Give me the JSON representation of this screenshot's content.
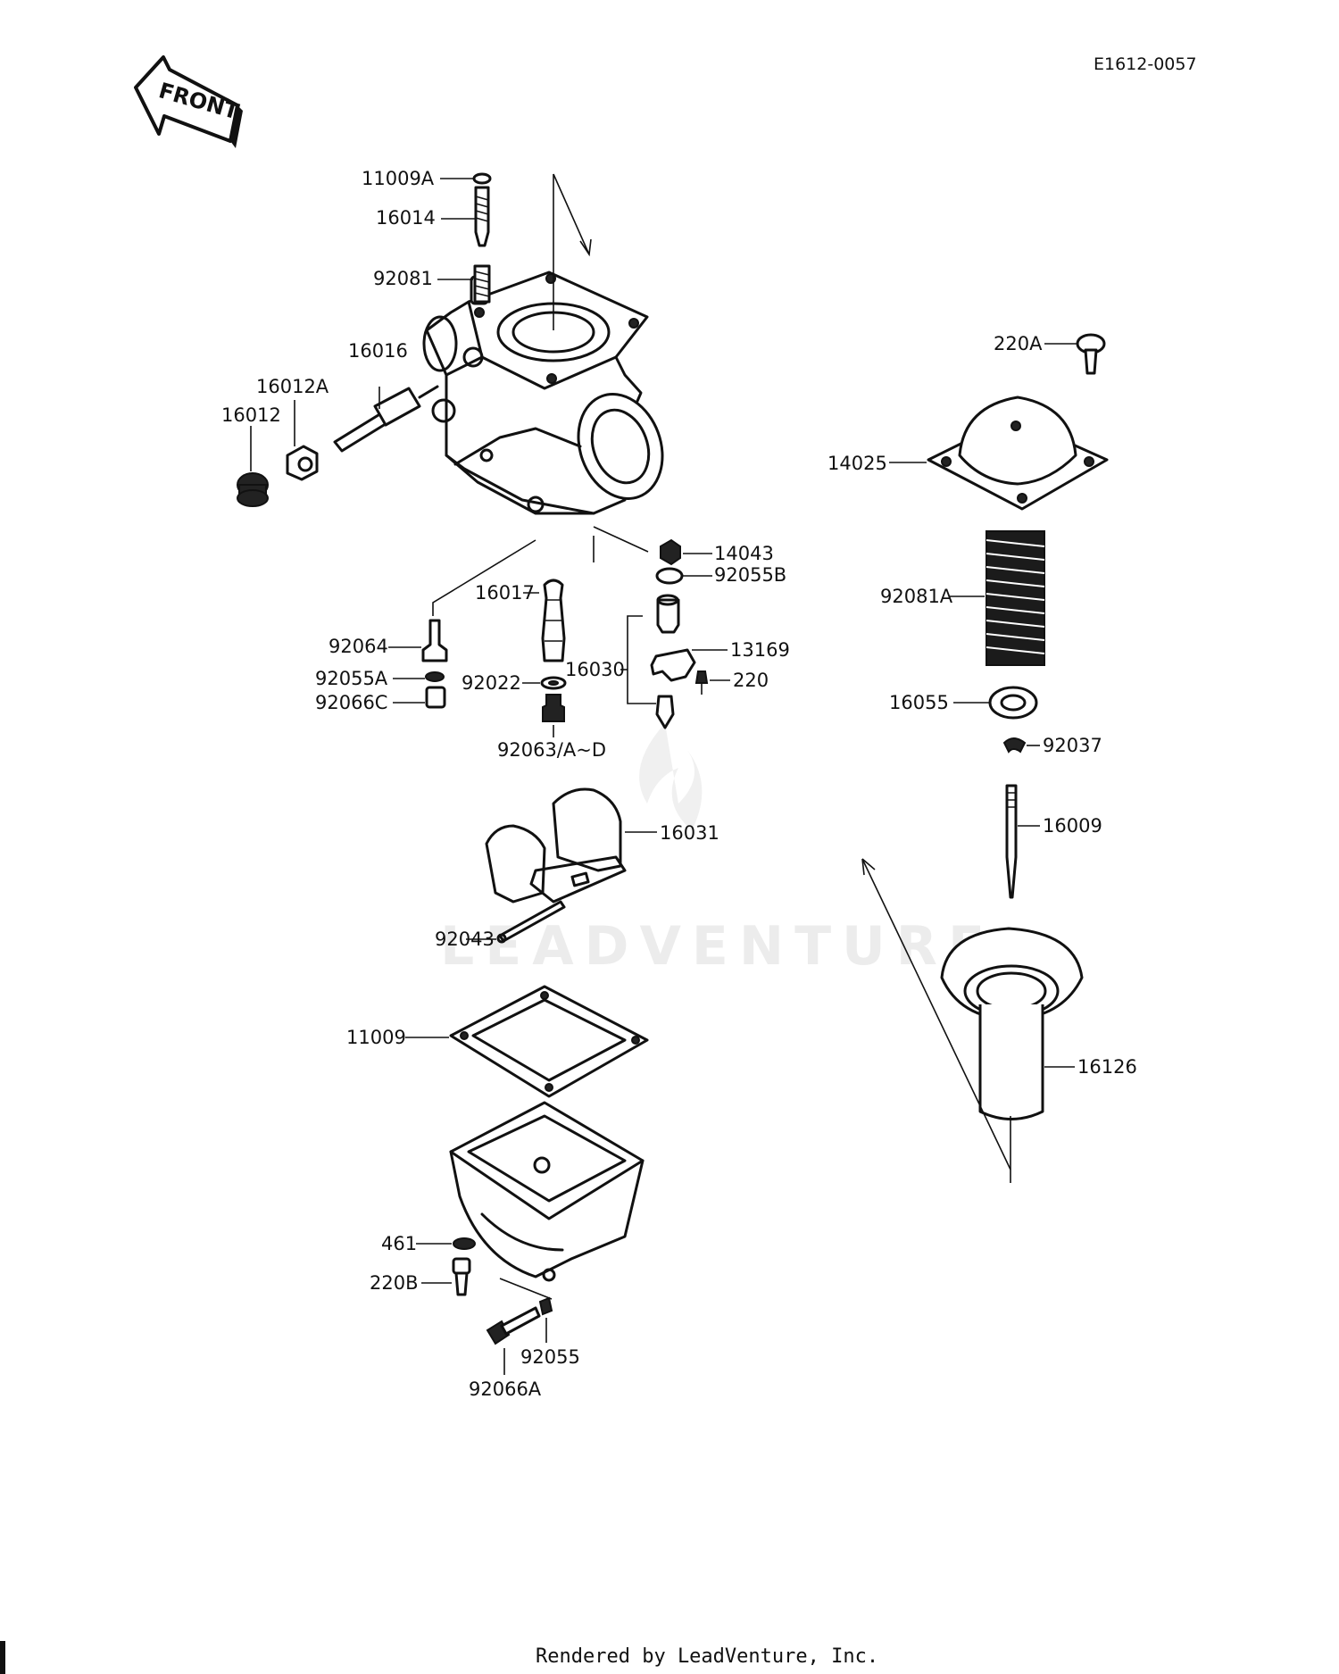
{
  "document_code": "E1612-0057",
  "front_badge": "FRONT",
  "watermark": "LEADVENTURE",
  "footer": "Rendered by LeadVenture, Inc.",
  "callouts": {
    "p11009A": "11009A",
    "p16014": "16014",
    "p92081": "92081",
    "p16016": "16016",
    "p16012A": "16012A",
    "p16012": "16012",
    "p220A": "220A",
    "p14025": "14025",
    "p14043": "14043",
    "p92055B": "92055B",
    "p16017": "16017",
    "p92064": "92064",
    "p13169": "13169",
    "p16030": "16030",
    "p92022": "92022",
    "p220": "220",
    "p92055A": "92055A",
    "p92066C": "92066C",
    "p92063": "92063/A~D",
    "p92081A": "92081A",
    "p16055": "16055",
    "p92037": "92037",
    "p16009": "16009",
    "p16031": "16031",
    "p92043": "92043",
    "p11009": "11009",
    "p16126": "16126",
    "p461": "461",
    "p220B": "220B",
    "p92055": "92055",
    "p92066A": "92066A"
  }
}
